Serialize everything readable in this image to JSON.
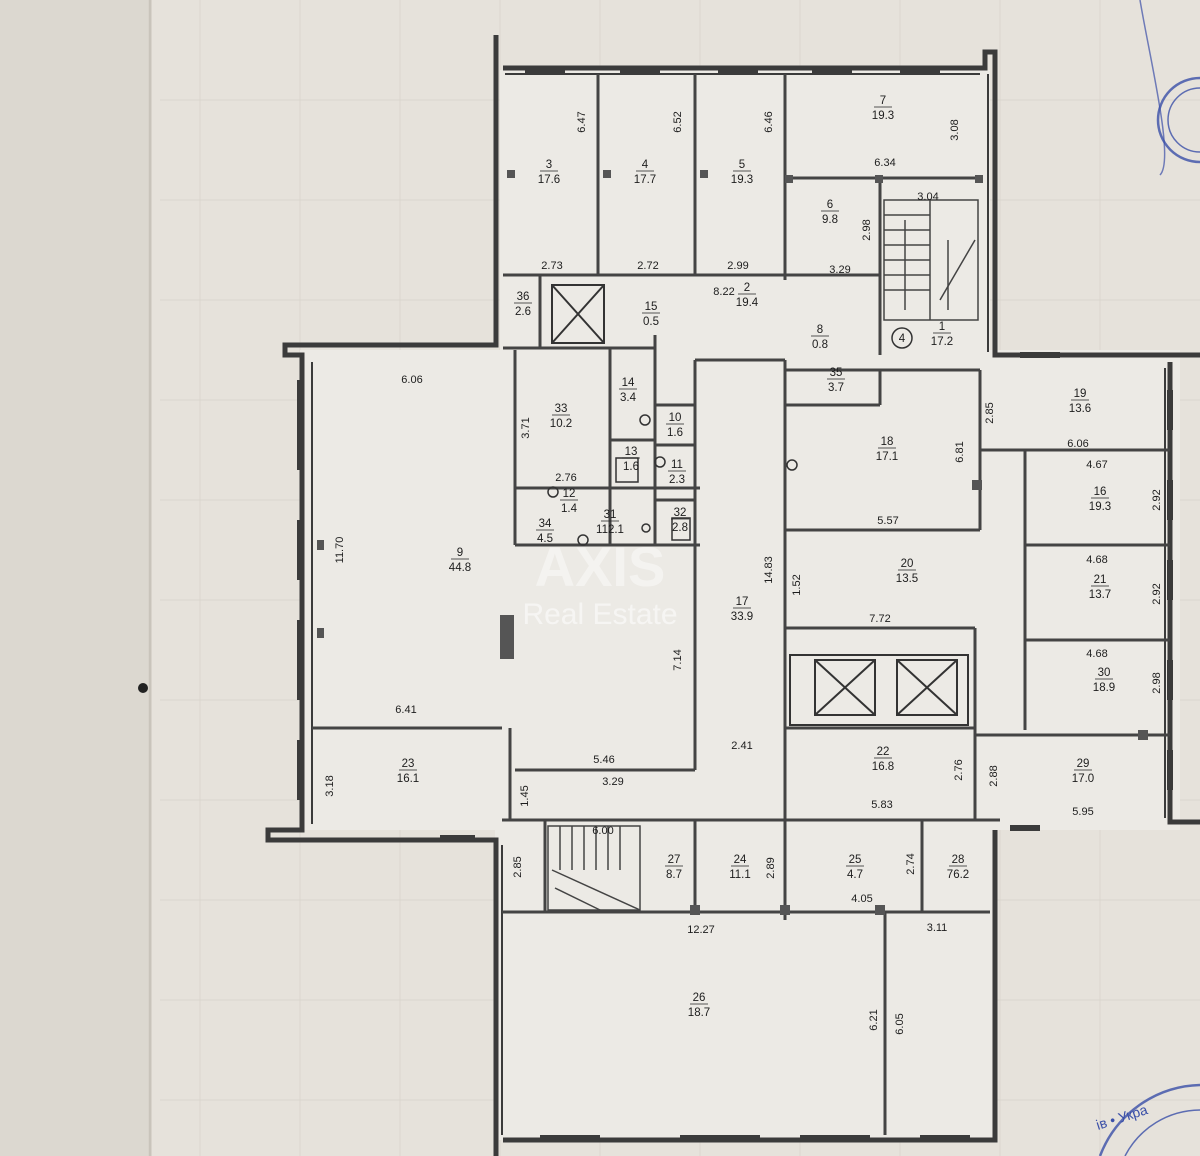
{
  "watermark": {
    "brand": "AXIS",
    "tagline": "Real Estate"
  },
  "stamp_text": "ів • Укра",
  "stairs_badge": "4",
  "rooms": [
    {
      "id": "3",
      "area": "17.6"
    },
    {
      "id": "4",
      "area": "17.7"
    },
    {
      "id": "5",
      "area": "19.3"
    },
    {
      "id": "7",
      "area": "19.3"
    },
    {
      "id": "6",
      "area": "9.8"
    },
    {
      "id": "36",
      "area": "2.6"
    },
    {
      "id": "15",
      "area": "0.5"
    },
    {
      "id": "2",
      "area": "19.4"
    },
    {
      "id": "8",
      "area": "0.8"
    },
    {
      "id": "1",
      "area": "17.2"
    },
    {
      "id": "35",
      "area": "3.7"
    },
    {
      "id": "33",
      "area": "10.2"
    },
    {
      "id": "14",
      "area": "3.4"
    },
    {
      "id": "10",
      "area": "1.6"
    },
    {
      "id": "13",
      "area": "1.6"
    },
    {
      "id": "11",
      "area": "2.3"
    },
    {
      "id": "12",
      "area": "1.4"
    },
    {
      "id": "32",
      "area": "2.8"
    },
    {
      "id": "34",
      "area": "4.5"
    },
    {
      "id": "31",
      "area": "112.1"
    },
    {
      "id": "9",
      "area": "44.8"
    },
    {
      "id": "17",
      "area": "33.9"
    },
    {
      "id": "18",
      "area": "17.1"
    },
    {
      "id": "19",
      "area": "13.6"
    },
    {
      "id": "16",
      "area": "19.3"
    },
    {
      "id": "20",
      "area": "13.5"
    },
    {
      "id": "21",
      "area": "13.7"
    },
    {
      "id": "30",
      "area": "18.9"
    },
    {
      "id": "23",
      "area": "16.1"
    },
    {
      "id": "22",
      "area": "16.8"
    },
    {
      "id": "29",
      "area": "17.0"
    },
    {
      "id": "27",
      "area": "8.7"
    },
    {
      "id": "24",
      "area": "11.1"
    },
    {
      "id": "25",
      "area": "4.7"
    },
    {
      "id": "28",
      "area": "76.2"
    },
    {
      "id": "26",
      "area": "18.7"
    }
  ],
  "dimensions": [
    "6.47",
    "6.52",
    "6.46",
    "3.08",
    "6.34",
    "3.04",
    "2.98",
    "2.73",
    "2.72",
    "2.99",
    "3.29",
    "8.22",
    "6.06",
    "3.71",
    "2.76",
    "11.70",
    "6.41",
    "3.18",
    "1.45",
    "5.46",
    "3.29",
    "7.14",
    "14.83",
    "1.52",
    "2.41",
    "2.85",
    "6.81",
    "6.06",
    "4.67",
    "2.92",
    "5.57",
    "7.72",
    "4.68",
    "2.92",
    "4.68",
    "2.98",
    "2.76",
    "2.88",
    "5.83",
    "5.95",
    "6.00",
    "2.85",
    "2.89",
    "2.74",
    "4.05",
    "12.27",
    "3.11",
    "6.21",
    "6.05"
  ]
}
